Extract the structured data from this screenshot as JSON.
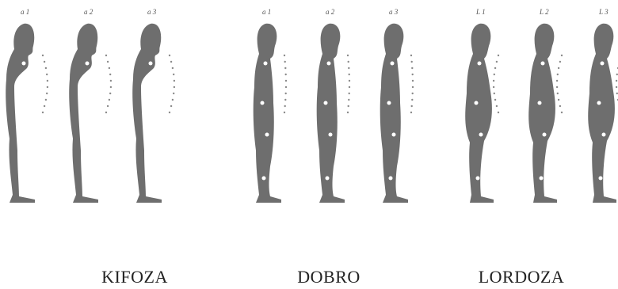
{
  "groups": [
    {
      "label": "KIFOZA",
      "figures": [
        {
          "tag": "a 1",
          "posture": "kyphosis"
        },
        {
          "tag": "a 2",
          "posture": "kyphosis"
        },
        {
          "tag": "a 3",
          "posture": "kyphosis"
        }
      ]
    },
    {
      "label": "DOBRO",
      "figures": [
        {
          "tag": "a 1",
          "posture": "normal"
        },
        {
          "tag": "a 2",
          "posture": "normal"
        },
        {
          "tag": "a 3",
          "posture": "normal"
        }
      ]
    },
    {
      "label": "LORDOZA",
      "figures": [
        {
          "tag": "L 1",
          "posture": "lordosis"
        },
        {
          "tag": "L 2",
          "posture": "lordosis"
        },
        {
          "tag": "L 3",
          "posture": "lordosis"
        }
      ]
    }
  ],
  "colors": {
    "silhouette": "#6e6e6e",
    "marker": "#ffffff",
    "background": "#ffffff"
  }
}
